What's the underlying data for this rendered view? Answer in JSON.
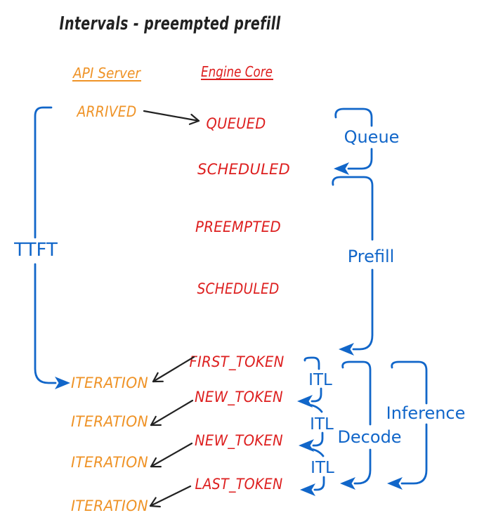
{
  "title": "Intervals - preempted prefill",
  "colors": {
    "blue": "#1166c9",
    "red": "#dd1f1f",
    "orange": "#ef9327",
    "ink": "#222222",
    "background": "#ffffff"
  },
  "columns": {
    "api_server": "API Server",
    "engine_core": "Engine Core"
  },
  "api_server_events": {
    "arrived": "ARRIVED",
    "iteration_1": "ITERATION",
    "iteration_2": "ITERATION",
    "iteration_3": "ITERATION",
    "iteration_4": "ITERATION"
  },
  "engine_core_events": {
    "queued": "QUEUED",
    "scheduled_1": "SCHEDULED",
    "preempted": "PREEMPTED",
    "scheduled_2": "SCHEDULED",
    "first_token": "FIRST_TOKEN",
    "new_token_1": "NEW_TOKEN",
    "new_token_2": "NEW_TOKEN",
    "last_token": "LAST_TOKEN"
  },
  "intervals": {
    "ttft": "TTFT",
    "queue": "Queue",
    "prefill": "Prefill",
    "itl_1": "ITL",
    "itl_2": "ITL",
    "itl_3": "ITL",
    "decode": "Decode",
    "inference": "Inference"
  }
}
